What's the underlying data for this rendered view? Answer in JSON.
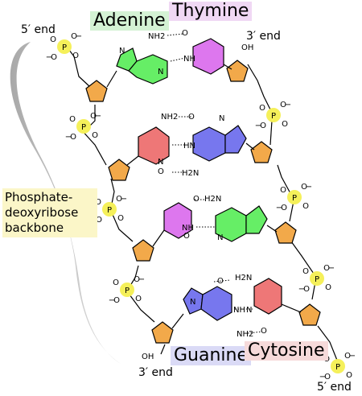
{
  "labels": {
    "adenine": "Adenine",
    "thymine": "Thymine",
    "guanine": "Guanine",
    "cytosine": "Cytosine",
    "backbone": "Phosphate-deoxyribose backbone",
    "end_5_top": "5′ end",
    "end_3_top": "3′ end",
    "end_3_bottom": "3′ end",
    "end_5_bottom": "5′ end"
  },
  "atoms": {
    "P": "P",
    "O": "O",
    "O_minus": "O⁻",
    "minus": "−",
    "NH2": "NH2",
    "H2N": "H2N",
    "NH": "NH",
    "HN": "HN",
    "N": "N",
    "H": "H",
    "OH": "OH"
  },
  "colors": {
    "adenine": "#66ee66",
    "thymine": "#dd77ee",
    "guanine": "#7777ee",
    "cytosine": "#ee7777",
    "sugar": "#f2a94a",
    "phosphate": "#f5f05a",
    "backbone_curve": "#b8b8b8",
    "adenine_label_bg": "#d4f2d4",
    "thymine_label_bg": "#f0d8f4",
    "guanine_label_bg": "#dadaf6",
    "cytosine_label_bg": "#f6dada",
    "backbone_label_bg": "#fbf6c8"
  }
}
